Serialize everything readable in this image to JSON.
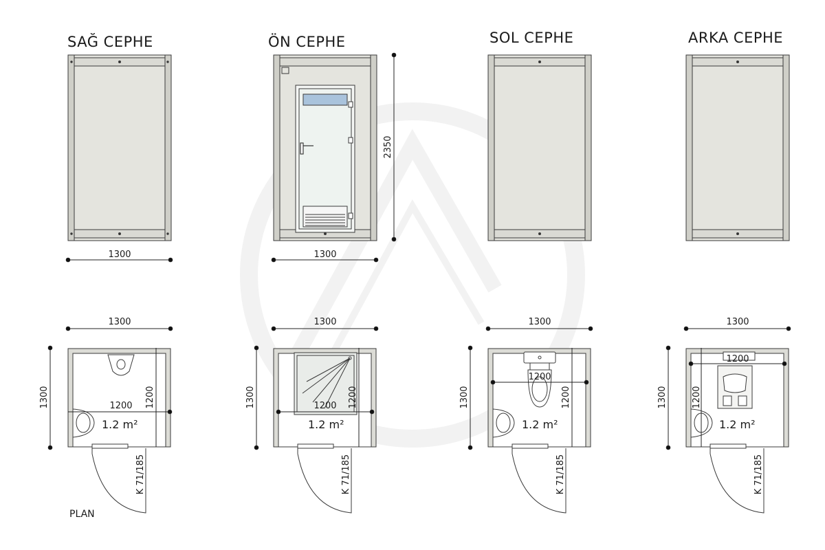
{
  "elevations": [
    {
      "title": "SAĞ CEPHE",
      "width_dim": "1300"
    },
    {
      "title": "ÖN CEPHE",
      "width_dim": "1300",
      "height_dim": "2350"
    },
    {
      "title": "SOL CEPHE"
    },
    {
      "title": "ARKA CEPHE"
    }
  ],
  "plans": [
    {
      "width_dim": "1300",
      "depth_dim": "1300",
      "inner_width": "1200",
      "inner_height": "1200",
      "area": "1.2 m²",
      "door": "K 71/185",
      "fixture": "urinal"
    },
    {
      "width_dim": "1300",
      "depth_dim": "1300",
      "inner_width": "1200",
      "inner_height": "1200",
      "area": "1.2 m²",
      "door": "K 71/185",
      "fixture": "shower"
    },
    {
      "width_dim": "1300",
      "depth_dim": "1300",
      "inner_width": "1200",
      "inner_height": "1200",
      "area": "1.2 m²",
      "door": "K 71/185",
      "fixture": "toilet"
    },
    {
      "width_dim": "1300",
      "depth_dim": "1300",
      "inner_width": "1200",
      "inner_height": "1200",
      "area": "1.2 m²",
      "door": "K 71/185",
      "fixture": "squat-toilet"
    }
  ],
  "plan_label": "PLAN",
  "colors": {
    "panel": "#e4e4de",
    "line": "#3a3a3a",
    "frame": "#cfcfc8",
    "watermark": "#eeeeee"
  }
}
